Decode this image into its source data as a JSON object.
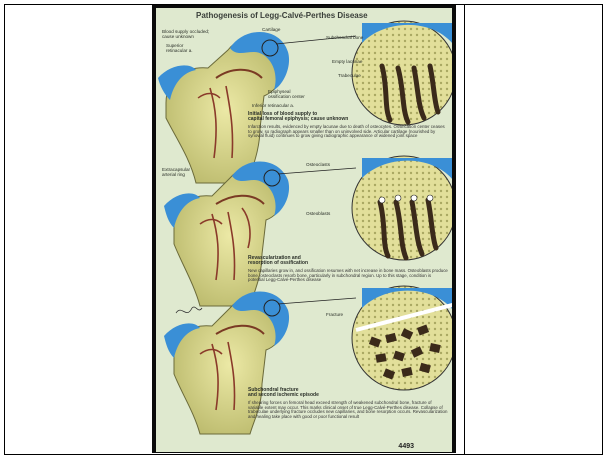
{
  "title": "Pathogenesis of Legg-Calvé-Perthes Disease",
  "labels": {
    "blood_supply": "Blood supply occluded;\ncause unknown",
    "superior_retinacular": "Superior\nretinacular a.",
    "cartilage": "Cartilage",
    "subchondral_bone": "Subchondral bone",
    "empty_lacunae": "Empty lacunae",
    "trabeculae": "Trabeculae",
    "epiphyseal_center": "Epiphyseal\nossification center",
    "inferior_retinacular": "Inferior retinacular a.",
    "extracapsular_ring": "Extracapsular\narterial ring",
    "osteoclasts": "Osteoclasts",
    "osteoblasts": "Osteoblasts",
    "fracture": "Fracture"
  },
  "panels": [
    {
      "caption": "Initial loss of blood supply to\ncapital femoral epiphysis; cause unknown",
      "body": "Infarction results, evidenced by empty lacunae due to death of osteocytes. Ossification center ceases to grow, so radiograph appears smaller than on uninvolved side. Articular cartilage (nourished by synovial fluid) continues to grow giving radiographic appearance of widened joint space"
    },
    {
      "caption": "Revascularization and\nresorption of ossification",
      "body": "New capillaries grow in, and ossification resumes with net increase in bone mass. Osteoblasts produce bone, osteoclasts resorb bone, particularly in subchondral region. Up to this stage, condition is potential Legg-Calvé-Perthes disease"
    },
    {
      "caption": "Subchondral fracture\nand second ischemic episode",
      "body": "If shearing forces on femoral head exceed strength of weakened subchondral bone, fracture of variable extent may occur. This marks clinical onset of true Legg-Calvé-Perthes disease. Collapse of trabeculae underlying fracture occludes new capillaries, and bone resorption occurs. Revascularization and healing take place with good or poor functional result"
    }
  ],
  "plate_number": "4493",
  "colors": {
    "background": "#dfe9cf",
    "cartilage": "#3a8fd6",
    "vessel": "#8a3a2a",
    "bone": "#d6d38a"
  }
}
